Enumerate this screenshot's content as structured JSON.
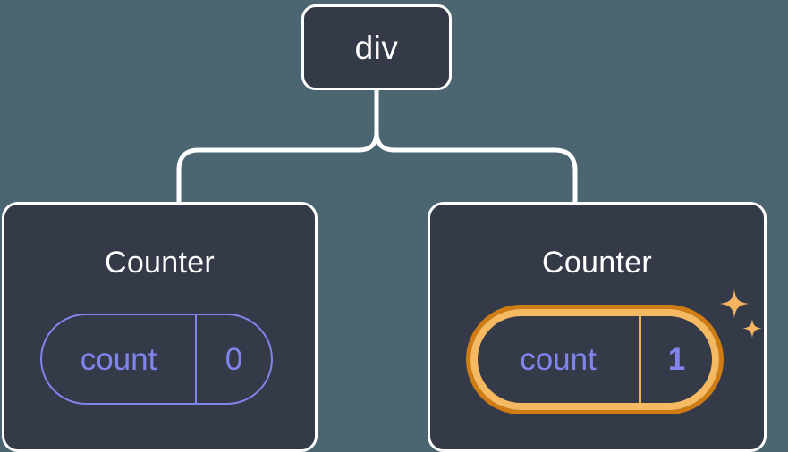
{
  "diagram": {
    "type": "component-tree",
    "background_color": "#4b6670",
    "node_fill_color": "#343a48",
    "node_border_color": "#ffffff",
    "connector_color": "#ffffff",
    "accent_color": "#8184ec",
    "highlight_outer_color": "#cf7c12",
    "highlight_inner_color": "#f5b961",
    "sparkle_color": "#f5b45f",
    "root": {
      "label": "div"
    },
    "children": [
      {
        "title": "Counter",
        "state": {
          "key": "count",
          "value": "0"
        },
        "highlighted": false
      },
      {
        "title": "Counter",
        "state": {
          "key": "count",
          "value": "1"
        },
        "highlighted": true,
        "sparkle_icons": [
          "sparkle-large",
          "sparkle-small"
        ]
      }
    ]
  }
}
